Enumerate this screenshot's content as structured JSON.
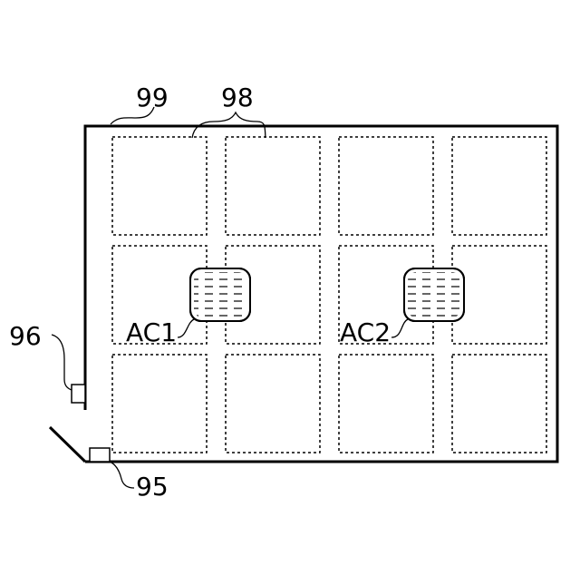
{
  "labels": {
    "room_ref": "99",
    "cells_ref": "98",
    "side_device_ref": "96",
    "door_device_ref": "95",
    "ac1": "AC1",
    "ac2": "AC2"
  },
  "grid": {
    "rows": 3,
    "columns": 4
  },
  "colors": {
    "line": "#000000",
    "background": "#ffffff"
  }
}
